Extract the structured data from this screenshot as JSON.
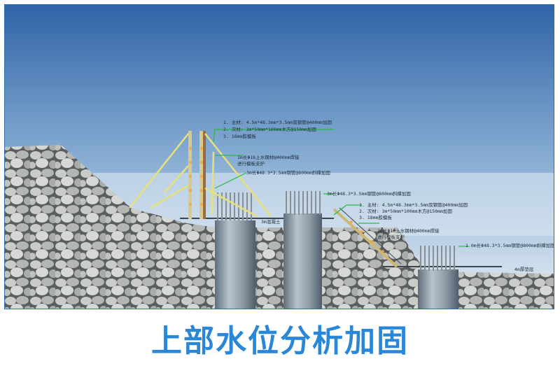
{
  "caption": "上部水位分析加固",
  "annotations": {
    "left_block": {
      "line1": "1. 主材: 4.5m*48.3mm*3.5mm双钢管@400mm加固",
      "line2": "2. 次材: 3m*50mm*100mm木方@150mm加固",
      "line3": "3. 18mm胶模板"
    },
    "left_rod": "1m长Φ16上水钢材@400mm焊接",
    "left_rod2": "进行模板支护",
    "left_pipe": "3m长Φ48.3*3.5mm钢管@800mm斜撑加固",
    "pier_note": "3m长Φ48.3*3.5mm钢管@800mm斜撑加固",
    "concrete_label": "3m混凝土",
    "right_block": {
      "line1": "1. 主材: 4.5m*48.3mm*3.5mm双钢管@400mm加固",
      "line2": "2. 次材: 3m*50mm*100mm木方@150mm加固",
      "line3": "3. 18mm胶模板"
    },
    "right_rod": "1m长Φ16上水钢材@400mm焊接",
    "right_rod2": "进行模板支护",
    "far_right": "1.0m长Φ48.3*3.5mm钢管@800mm斜撑加固",
    "ground_label": "4m厚垫层"
  },
  "colors": {
    "sky_top": "#2f64a8",
    "sky_bottom": "#e4edf5",
    "brace": "#e8e07a",
    "leader": "#2bb84a",
    "pier": "#7d8d99",
    "caption": "#2a86d6"
  }
}
